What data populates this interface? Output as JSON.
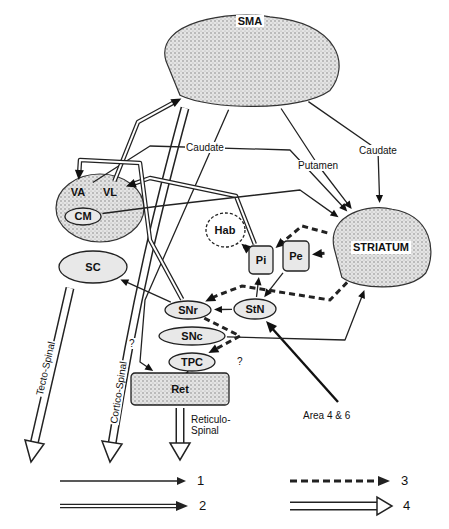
{
  "diagram": {
    "nodes": [
      {
        "text": [
          "SMA"
        ]
      },
      {
        "text": [
          "VA"
        ]
      },
      {
        "text": [
          "VL"
        ]
      },
      {
        "text": [
          "CM"
        ]
      },
      {
        "text": [
          "Hab"
        ]
      },
      {
        "text": [
          "SC"
        ]
      },
      {
        "text": [
          "Pi"
        ]
      },
      {
        "text": [
          "Pe"
        ]
      },
      {
        "text": [
          "STRIATUM"
        ]
      },
      {
        "text": [
          "SNr"
        ]
      },
      {
        "text": [
          "StN"
        ]
      },
      {
        "text": [
          "SNc"
        ]
      },
      {
        "text": [
          "TPC"
        ]
      },
      {
        "text": [
          "Ret"
        ]
      }
    ],
    "edges": [
      {
        "from": 0,
        "to": 8,
        "label": "Caudate",
        "arrow": "to"
      },
      {
        "from": 0,
        "to": 8,
        "label": "Putamen",
        "arrow": "to"
      },
      {
        "from": 1,
        "to": 8,
        "label": "Caudate",
        "arrow": "to"
      },
      {
        "from": 2,
        "to": 0,
        "arrow": "to"
      },
      {
        "from": 0,
        "to": 13,
        "arrow": "to"
      },
      {
        "from": 8,
        "to": 7,
        "arrow": "to"
      },
      {
        "from": 8,
        "to": 6,
        "arrow": "to"
      },
      {
        "from": 8,
        "to": 9,
        "arrow": "to"
      },
      {
        "from": 7,
        "to": 10,
        "arrow": "to"
      },
      {
        "from": 10,
        "to": 6,
        "arrow": "to"
      },
      {
        "from": 10,
        "to": 9,
        "arrow": "to"
      },
      {
        "from": 6,
        "to": 2,
        "arrow": "to"
      },
      {
        "from": 9,
        "to": 1,
        "arrow": "to"
      },
      {
        "from": 9,
        "to": 5,
        "arrow": "to"
      },
      {
        "from": 9,
        "to": 12,
        "arrow": "to"
      },
      {
        "from": 6,
        "to": 4,
        "arrow": "to"
      },
      {
        "from": 12,
        "to": 13,
        "arrow": "to"
      },
      {
        "from": 11,
        "to": 8,
        "arrow": "to"
      },
      {
        "from": 3,
        "to": 8,
        "arrow": "to"
      }
    ],
    "labels": [
      "Tecto-Spinal",
      "Cortico-Spinal",
      "Reticulo-Spinal",
      "Area 4 & 6",
      "?",
      "?"
    ],
    "legend": [
      {
        "text": "1"
      },
      {
        "text": "2"
      },
      {
        "text": "3"
      },
      {
        "text": "4"
      }
    ]
  }
}
